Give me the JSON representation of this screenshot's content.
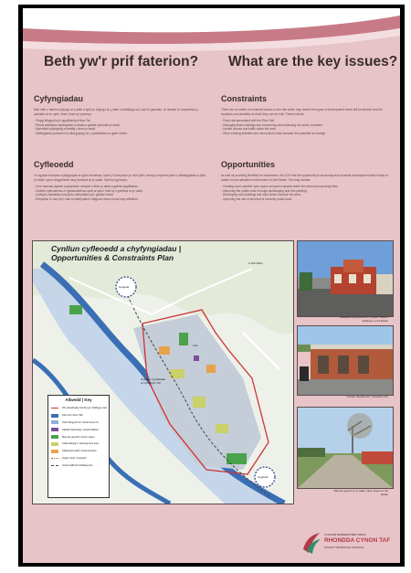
{
  "headings": {
    "welsh": "Beth yw'r prif faterion?",
    "english": "What are the key issues?"
  },
  "sections": {
    "constraints_welsh": {
      "title": "Cyfyngiadau",
      "intro": "Mae nifer o faterion cyfyngu ar y safle a fydd yn cyfyngu ar y math o ddatblygu sy'n cael ei ganiatáu, a'r lleoliad a'r dwyseddau y caniateir ar eu cyfer. Mae'r rhain yn cynnwys:",
      "bullets": [
        "Perygl llifogydd sy'n gysylltiedig â Afon Taf.",
        "Rheoli adeiladau hanesyddol a chadw a gwella cymeriad yr ardal.",
        "Mynediad cyfyngedig a thraffig o fewn yr ardal.",
        "Datblygiadau presennol a allai gyfyngu ar y posibiliadau ar gyfer newid."
      ]
    },
    "constraints_english": {
      "title": "Constraints",
      "intro": "There are a number of constraint issues on the site which may restrict the types of development which will be allowed and the locations and densities at which they can be built. These include:",
      "bullets": [
        "Flood risk associated with the River Taff.",
        "Managing listed buildings and conserving and enhancing the area's character.",
        "Limited access and traffic within the area.",
        "Other existing activities and uses which could constrain the potential for change."
      ]
    },
    "opportunities_welsh": {
      "title": "Cyfleoedd",
      "intro": "Yn ogystal â darparu hyblygrwydd ar gyfer busnesau, bydd y Gorchymyn yn rhoi cyfle i annog a chynnal ystod o ddatblygiadau a fydd yn helpu i greu amgylchedd mwy deniadol ar yr ystâd. Gall hyn gynnwys:",
      "bullets": [
        "Creu mannau agored a gwyrddion newydd o fewn yr ardal a gwella cysylltiadau.",
        "Gwella'r cyfleusterau a'r gwasanaethau sydd ar gael i bobl sy'n gweithio ar yr ystâd.",
        "Cyflwyno adeiladau newydd a defnyddiau sy'n gwella'r ardal.",
        "Defnyddio tir nad yw'n cael ei ddefnyddio'n ddigonol mewn modd mwy effeithiol."
      ]
    },
    "opportunities_english": {
      "title": "Opportunities",
      "intro": "As well as providing flexibility for businesses, the LDO has the opportunity to encourage and promote development which helps to create a more attractive environment on the Estate. This may include:",
      "bullets": [
        "Creating more useable open space and green spaces within the area and improving links.",
        "Improving the public realm through landscaping and tree planting.",
        "Developing new buildings and uses which enhance the area.",
        "Improving the use of land that is currently under-used."
      ]
    }
  },
  "map": {
    "title_line1": "Cynllun cyfleoedd a chyfyngiadau  |",
    "title_line2": "Opportunities & Constraints Plan",
    "labels": {
      "north_circle": "Gogledd",
      "south_circle": "Gogledd",
      "scale": "0 100 200m",
      "lido": "Lido",
      "annotation": "Gwella'r cysylltiadau ar hyd llwybr Taf"
    },
    "legend": {
      "title": "Allwedd | Key",
      "items": [
        {
          "label": "Ffin arfaethedig Gorchymyn Datblygu Lleol",
          "color": "#cc3333"
        },
        {
          "label": "Afon Taf / River Taff",
          "color": "#3a6fb5"
        },
        {
          "label": "Parth llifogydd C2 / Flood Zone C2",
          "color": "#8fb0dc"
        },
        {
          "label": "Adeilad rhestredig / Listed building",
          "color": "#7a4f9a"
        },
        {
          "label": "Mannau gwyrdd / Green space",
          "color": "#4aa34a"
        },
        {
          "label": "Ardal datblygu / Development area",
          "color": "#c9d16a"
        },
        {
          "label": "Safleoedd posibl / Potential sites",
          "color": "#e8a24a"
        },
        {
          "label": "Llwybr troed / Footpath",
          "color": "#a05a2c"
        },
        {
          "label": "Llinell reilffordd / Railway line",
          "color": "#444444"
        }
      ]
    }
  },
  "photos": {
    "top_caption": "Adeiladau hanesyddol ar yr ystâd / Historic buildings on the Estate",
    "middle_caption": "Unedau diwydiannol / Industrial units",
    "bottom_caption": "Mannau agored ar yr ystâd / Open space on the Estate"
  },
  "logo": {
    "welsh": "CYNGOR BWRDEISTREF SIROL",
    "name": "RHONDDA CYNON TAF",
    "english": "COUNTY BOROUGH COUNCIL"
  }
}
